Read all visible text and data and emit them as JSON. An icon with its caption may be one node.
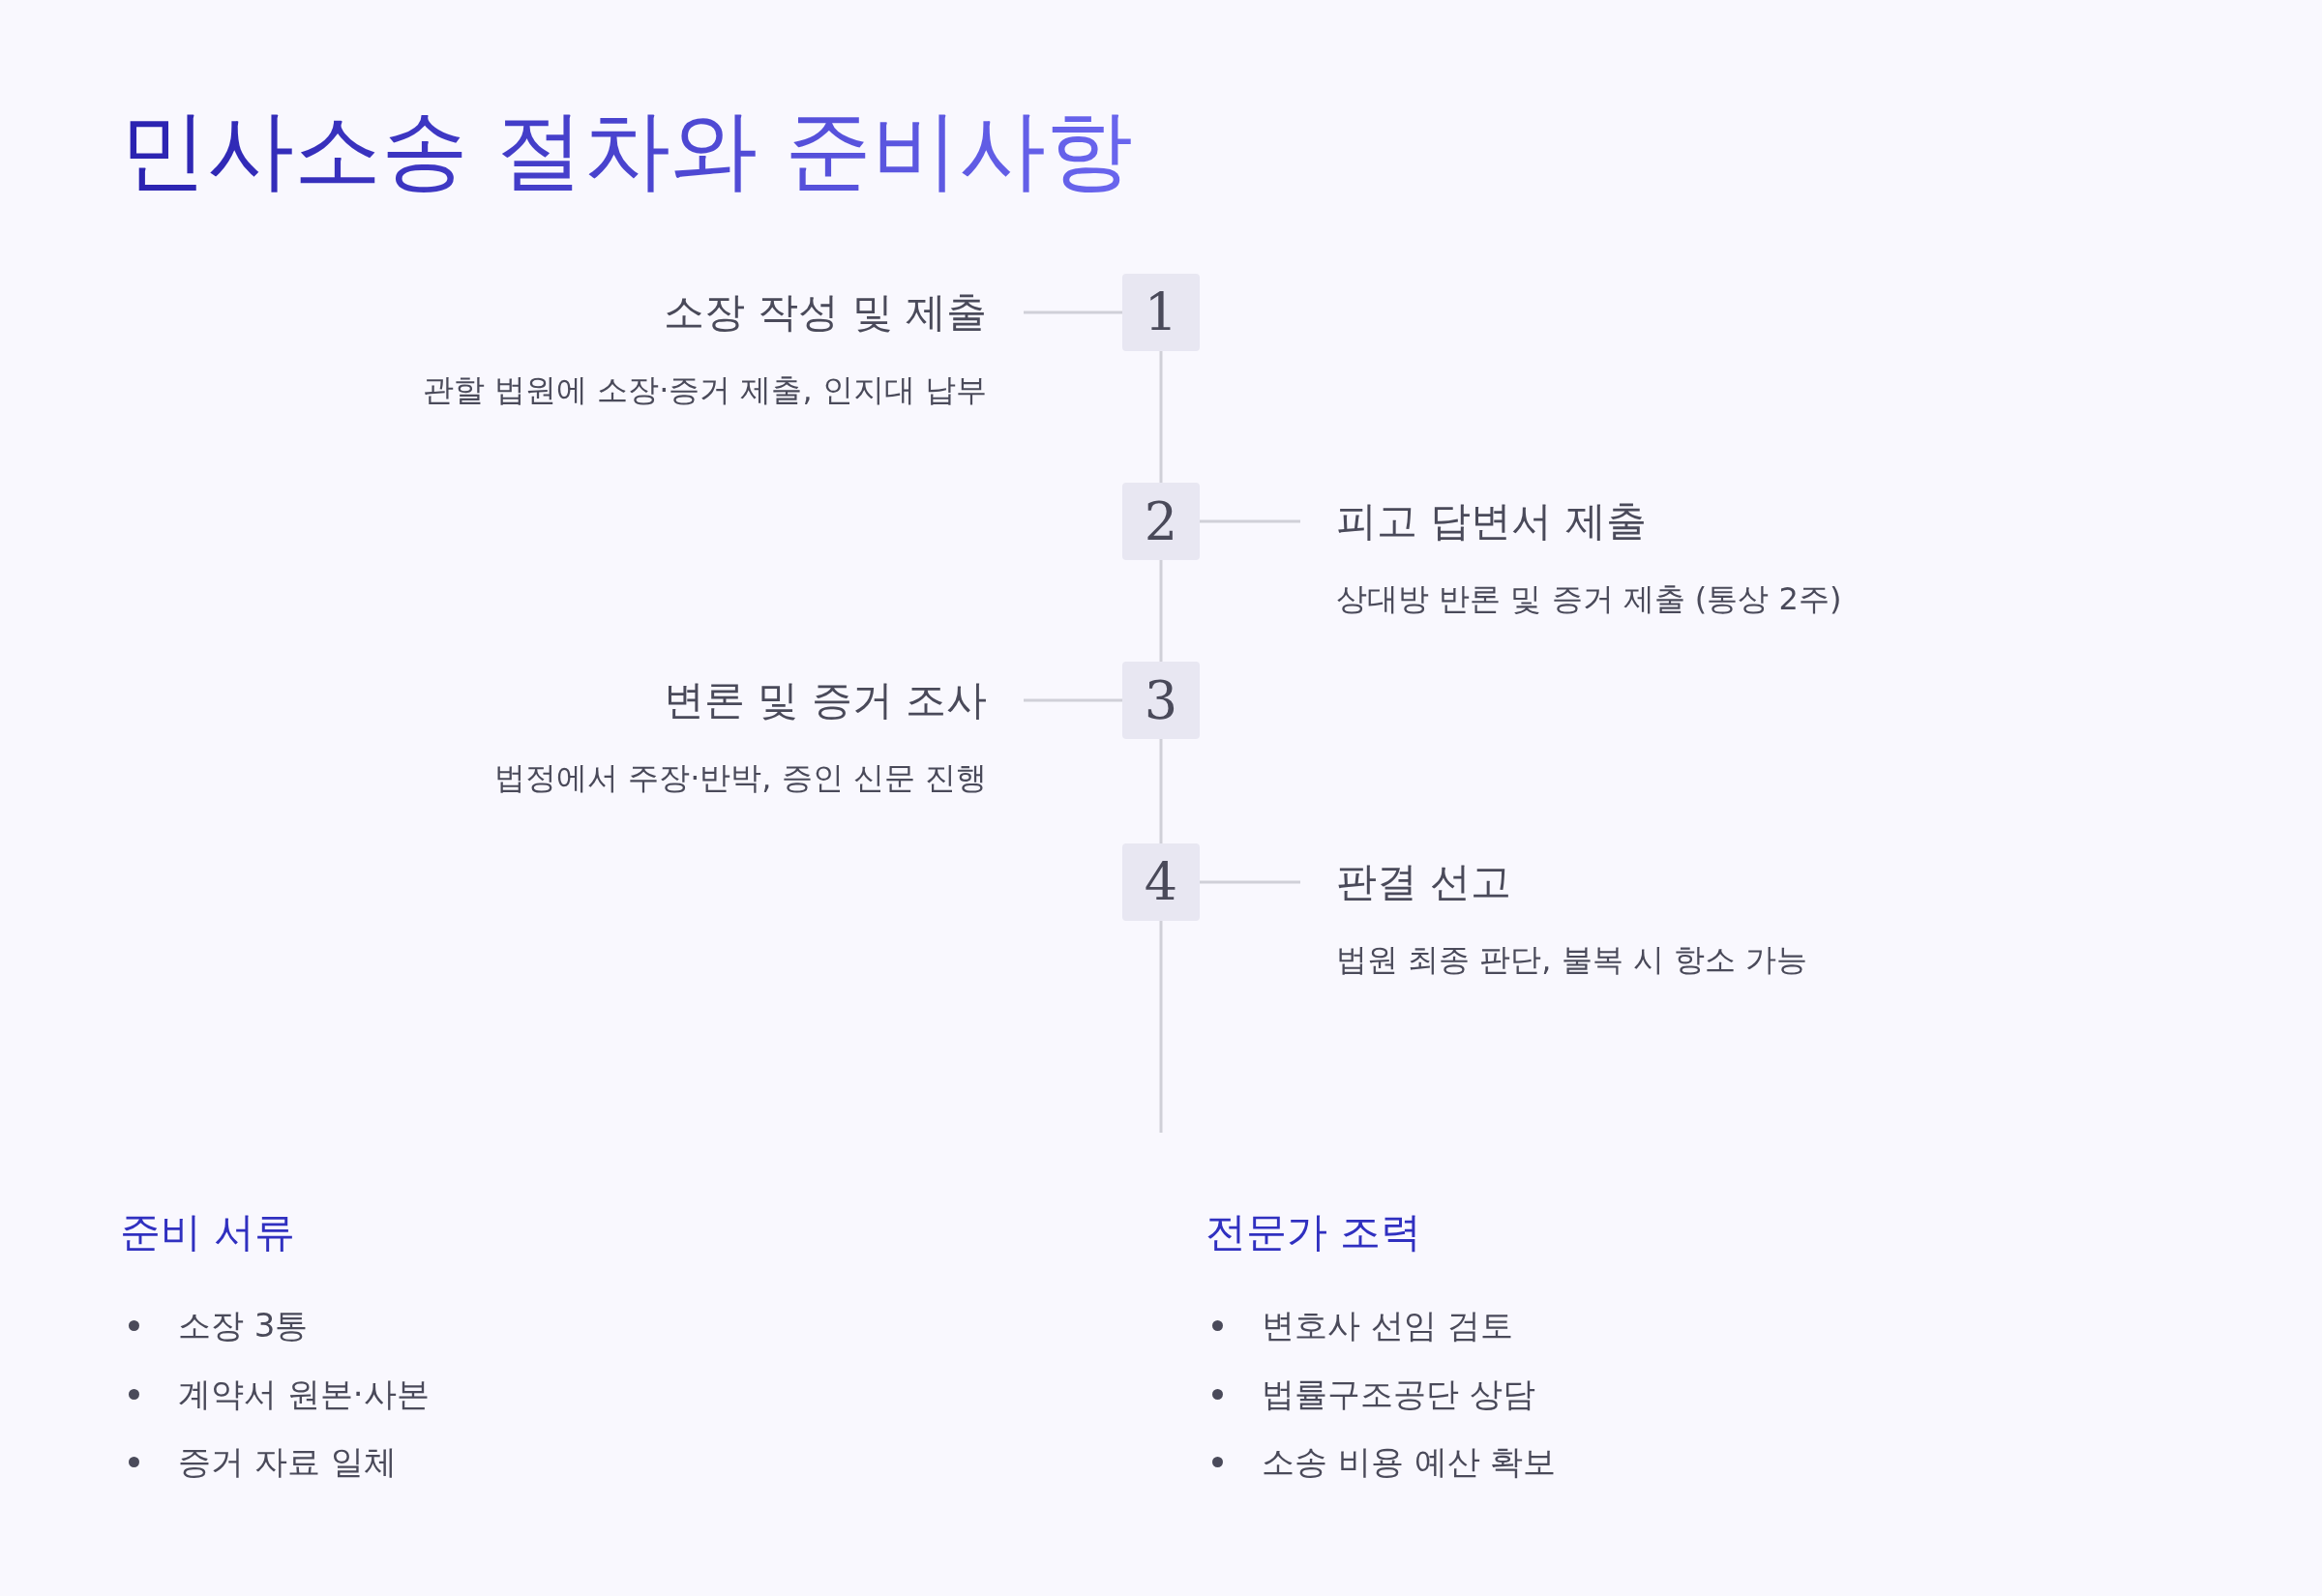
{
  "diagram": {
    "title": "민사소송 절차와 준비사항",
    "nodes": [
      {
        "text": [
          "소장 작성 및 제출",
          "관할 법원에 소장·증거 제출, 인지대 납부"
        ]
      },
      {
        "text": [
          "1"
        ]
      },
      {
        "text": [
          "2"
        ]
      },
      {
        "text": [
          "피고 답변서 제출",
          "상대방 반론 및 증거 제출 (통상 2주)"
        ]
      },
      {
        "text": [
          "변론 및 증거 조사",
          "법정에서 주장·반박, 증인 신문 진행"
        ]
      },
      {
        "text": [
          "3"
        ]
      },
      {
        "text": [
          "4"
        ]
      },
      {
        "text": [
          "판결 선고",
          "법원 최종 판단, 불복 시 항소 가능"
        ]
      }
    ],
    "edges": [
      {
        "from": 0,
        "to": 1,
        "arrow": "none"
      },
      {
        "from": 1,
        "to": 2,
        "arrow": "none"
      },
      {
        "from": 2,
        "to": 3,
        "arrow": "none"
      },
      {
        "from": 2,
        "to": 5,
        "arrow": "none"
      },
      {
        "from": 4,
        "to": 5,
        "arrow": "none"
      },
      {
        "from": 5,
        "to": 6,
        "arrow": "none"
      },
      {
        "from": 6,
        "to": 7,
        "arrow": "none"
      },
      {
        "from": 6,
        "to": null,
        "arrow": "none"
      }
    ],
    "labels": [
      "준비 서류",
      "소장 3통",
      "계약서 원본·사본",
      "증거 자료 일체",
      "전문가 조력",
      "변호사 선임 검토",
      "법률구조공단 상담",
      "소송 비용 예산 확보"
    ]
  }
}
